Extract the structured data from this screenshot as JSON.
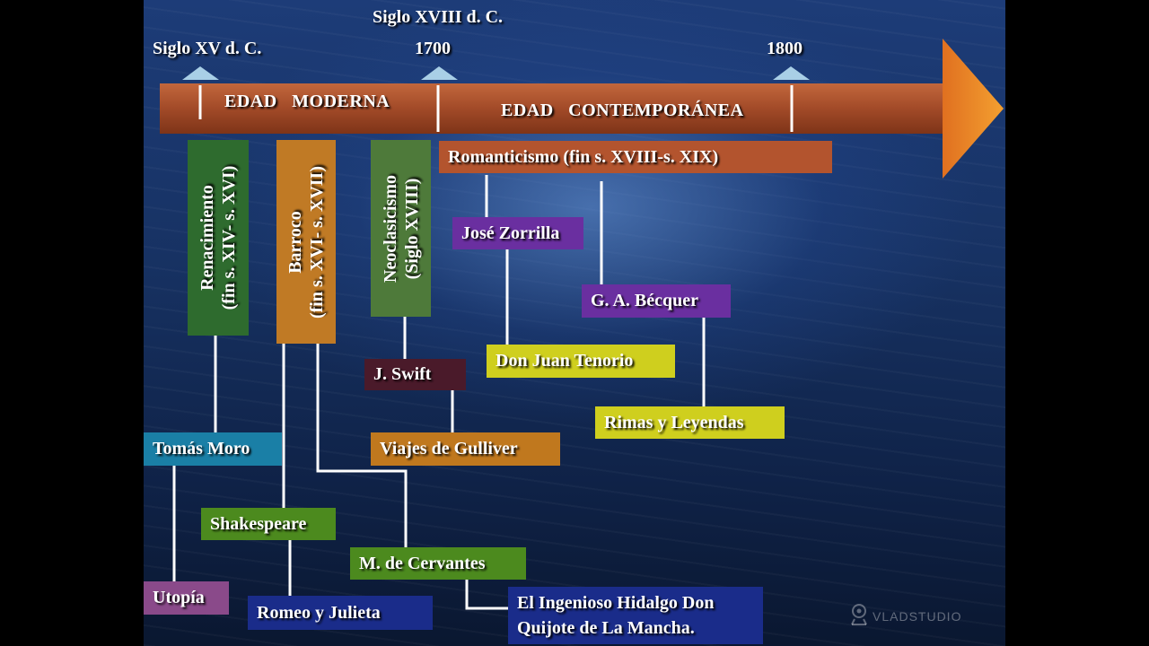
{
  "timeline": {
    "ticks": {
      "s18": "Siglo XVIII d. C.",
      "s15": "Siglo XV d. C.",
      "y1700": "1700",
      "y1800": "1800"
    },
    "eras": {
      "moderna": "EDAD   MODERNA",
      "contemporanea": "EDAD   CONTEMPORÁNEA"
    }
  },
  "movements": {
    "renacimiento": {
      "line1": "Renacimiento",
      "line2": "(fin s. XIV- s. XVI)"
    },
    "barroco": {
      "line1": "Barroco",
      "line2": "(fin s. XVI- s. XVII)"
    },
    "neoclasicismo": {
      "line1": "Neoclasicismo",
      "line2": "(Siglo XVIII)"
    },
    "romanticismo": "Romanticismo (fin s. XVIII-s. XIX)"
  },
  "authors": {
    "moro": "Tomás Moro",
    "shakespeare": "Shakespeare",
    "cervantes": "M. de Cervantes",
    "swift": "J. Swift",
    "zorrilla": "José Zorrilla",
    "becquer": "G. A. Bécquer"
  },
  "works": {
    "utopia": "Utopía",
    "romeo": "Romeo y Julieta",
    "quijote_l1": "El Ingenioso Hidalgo Don",
    "quijote_l2": "Quijote de La Mancha.",
    "gulliver": "Viajes de Gulliver",
    "tenorio": "Don Juan Tenorio",
    "rimas": "Rimas y Leyendas"
  },
  "watermark": "VLADSTUDIO",
  "colors": {
    "arrow": "#a8502e",
    "renacimiento": "#2e6b2e",
    "barroco": "#c07a25",
    "neoclasicismo": "#4e7a3a",
    "romanticismo": "#b3542e",
    "purple": "#6a2fa0",
    "yellow": "#cfcf1e",
    "teal": "#1a7fa6",
    "green": "#4c8a1e",
    "navy": "#1a2c8a",
    "mauve": "#8a4a8a",
    "maroon": "#4a1a2a",
    "orange": "#c0781e"
  }
}
